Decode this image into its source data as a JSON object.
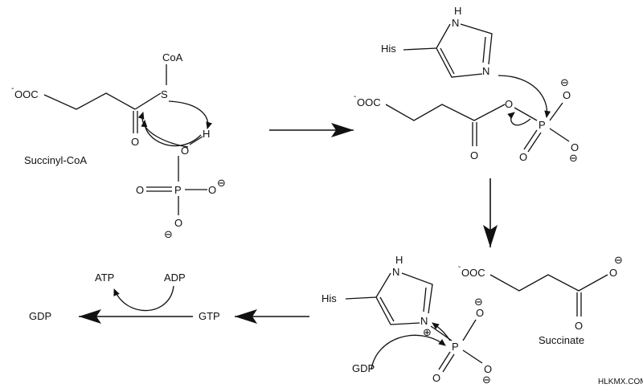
{
  "atoms": {
    "O": "O",
    "P": "P",
    "H": "H",
    "N": "N",
    "S": "S",
    "minus": "⊖",
    "plus": "⊕"
  },
  "labels": {
    "carboxylate": "OOC",
    "carboxylate_sup": "-",
    "coa": "CoA",
    "his": "His",
    "succinyl_coa": "Succinyl-CoA",
    "succinate": "Succinate",
    "atp": "ATP",
    "adp": "ADP",
    "gdp": "GDP",
    "gtp": "GTP"
  },
  "watermark": "HLKMX.COM"
}
